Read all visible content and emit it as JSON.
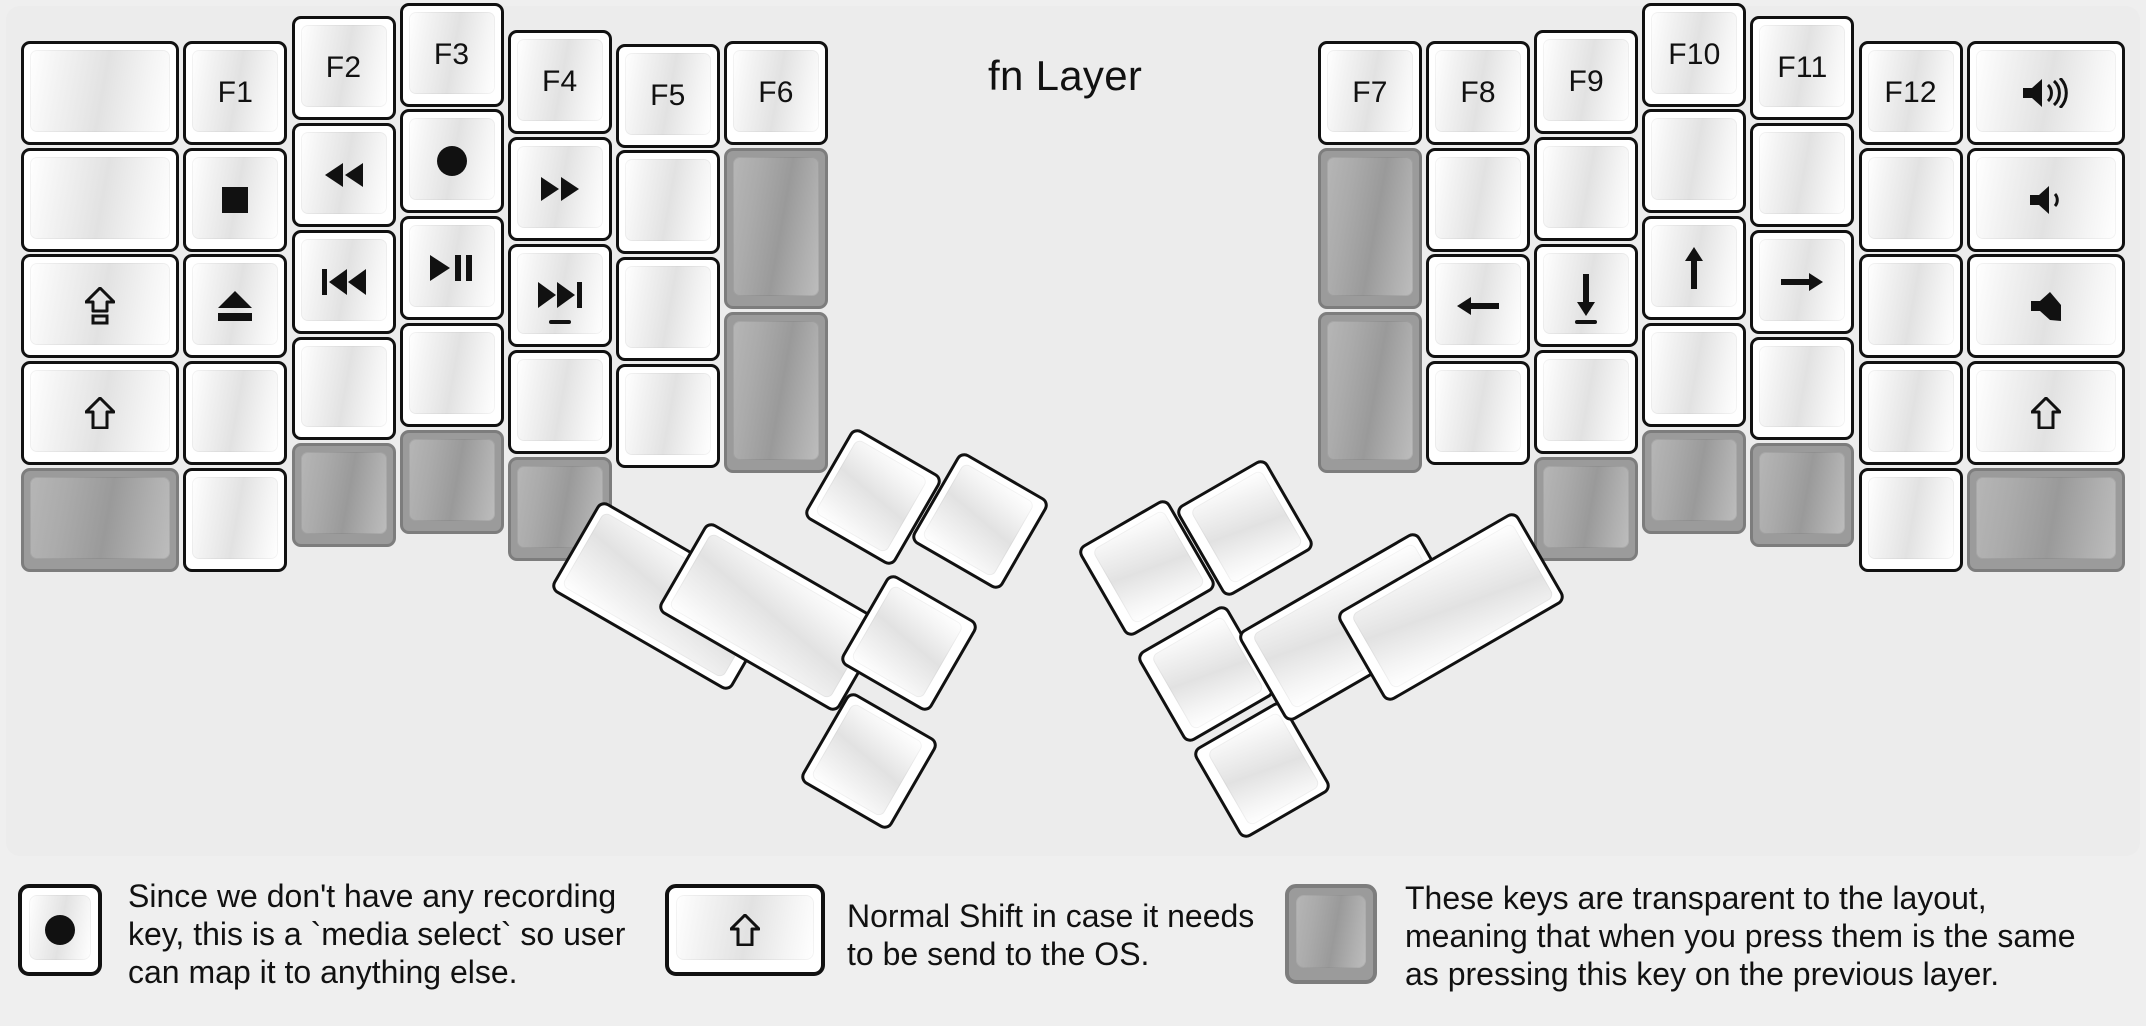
{
  "title": "fn Layer",
  "colors": {
    "background": "#efefef",
    "panel": "#ececec",
    "key_face": "#ffffff",
    "key_outline": "#111111",
    "transparent_key": "#9b9b9b",
    "legend_text": "#111111"
  },
  "legend_items": [
    {
      "icon": "record-circle-icon",
      "key_style": "normal",
      "text": "Since we don't have any recording\nkey, this is a `media select` so user\ncan map it to anything else."
    },
    {
      "icon": "shift-arrow-icon",
      "key_style": "normal",
      "text": "Normal Shift in case it needs\nto be send to the OS."
    },
    {
      "icon": "blank",
      "key_style": "transparent",
      "text": "These keys are transparent to the layout,\nmeaning that when you press them is the same\nas pressing this key on the previous layer."
    }
  ],
  "left_half": {
    "columns": [
      {
        "name": "col-pinky-outer",
        "keys": [
          {
            "label": "",
            "icon": "blank",
            "style": "normal"
          },
          {
            "label": "",
            "icon": "blank",
            "style": "normal"
          },
          {
            "label": "",
            "icon": "caps-lock-icon",
            "style": "normal"
          },
          {
            "label": "",
            "icon": "shift-arrow-icon",
            "style": "normal"
          },
          {
            "label": "",
            "icon": "blank",
            "style": "transparent"
          }
        ]
      },
      {
        "name": "col-pinky",
        "keys": [
          {
            "label": "F1",
            "icon": "text",
            "style": "normal"
          },
          {
            "label": "",
            "icon": "stop-icon",
            "style": "normal"
          },
          {
            "label": "",
            "icon": "eject-icon",
            "style": "normal"
          },
          {
            "label": "",
            "icon": "blank",
            "style": "normal"
          },
          {
            "label": "",
            "icon": "blank",
            "style": "normal"
          }
        ]
      },
      {
        "name": "col-ring",
        "keys": [
          {
            "label": "F2",
            "icon": "text",
            "style": "normal"
          },
          {
            "label": "",
            "icon": "rewind-icon",
            "style": "normal"
          },
          {
            "label": "",
            "icon": "prev-track-icon",
            "style": "normal"
          },
          {
            "label": "",
            "icon": "blank",
            "style": "normal"
          },
          {
            "label": "",
            "icon": "blank",
            "style": "transparent"
          }
        ]
      },
      {
        "name": "col-middle",
        "keys": [
          {
            "label": "F3",
            "icon": "text",
            "style": "normal"
          },
          {
            "label": "",
            "icon": "record-circle-icon",
            "style": "normal"
          },
          {
            "label": "",
            "icon": "play-pause-icon",
            "style": "normal"
          },
          {
            "label": "",
            "icon": "blank",
            "style": "normal"
          },
          {
            "label": "",
            "icon": "blank",
            "style": "transparent"
          }
        ]
      },
      {
        "name": "col-index",
        "keys": [
          {
            "label": "F4",
            "icon": "text",
            "style": "normal"
          },
          {
            "label": "",
            "icon": "fast-forward-icon",
            "style": "normal"
          },
          {
            "label": "",
            "icon": "next-track-icon",
            "style": "normal",
            "homing": true
          },
          {
            "label": "",
            "icon": "blank",
            "style": "normal"
          },
          {
            "label": "",
            "icon": "blank",
            "style": "transparent"
          }
        ]
      },
      {
        "name": "col-index-inner",
        "keys": [
          {
            "label": "F5",
            "icon": "text",
            "style": "normal"
          },
          {
            "label": "",
            "icon": "blank",
            "style": "normal"
          },
          {
            "label": "",
            "icon": "blank",
            "style": "normal"
          },
          {
            "label": "",
            "icon": "blank",
            "style": "normal"
          }
        ]
      },
      {
        "name": "col-inner",
        "keys": [
          {
            "label": "F6",
            "icon": "text",
            "style": "normal"
          },
          {
            "label": "",
            "icon": "blank",
            "style": "transparent",
            "tall": true
          },
          {
            "label": "",
            "icon": "blank",
            "style": "transparent",
            "tall": true
          }
        ]
      }
    ],
    "thumb_cluster": [
      {
        "name": "thumb-big-outer",
        "icon": "blank",
        "style": "normal",
        "size": "2u"
      },
      {
        "name": "thumb-big-inner",
        "icon": "blank",
        "style": "normal",
        "size": "2u"
      },
      {
        "name": "thumb-small-top",
        "icon": "blank",
        "style": "normal",
        "size": "1u"
      },
      {
        "name": "thumb-small-top2",
        "icon": "blank",
        "style": "normal",
        "size": "1u"
      },
      {
        "name": "thumb-small-mid",
        "icon": "blank",
        "style": "normal",
        "size": "1u"
      },
      {
        "name": "thumb-small-bot",
        "icon": "blank",
        "style": "normal",
        "size": "1u"
      }
    ]
  },
  "right_half": {
    "columns": [
      {
        "name": "col-inner",
        "keys": [
          {
            "label": "F7",
            "icon": "text",
            "style": "normal"
          },
          {
            "label": "",
            "icon": "blank",
            "style": "transparent",
            "tall": true
          },
          {
            "label": "",
            "icon": "blank",
            "style": "transparent",
            "tall": true
          }
        ]
      },
      {
        "name": "col-index-inner",
        "keys": [
          {
            "label": "F8",
            "icon": "text",
            "style": "normal"
          },
          {
            "label": "",
            "icon": "blank",
            "style": "normal"
          },
          {
            "label": "",
            "icon": "arrow-left-icon",
            "style": "normal"
          },
          {
            "label": "",
            "icon": "blank",
            "style": "normal"
          }
        ]
      },
      {
        "name": "col-index",
        "keys": [
          {
            "label": "F9",
            "icon": "text",
            "style": "normal"
          },
          {
            "label": "",
            "icon": "blank",
            "style": "normal"
          },
          {
            "label": "",
            "icon": "arrow-down-icon",
            "style": "normal",
            "homing": true
          },
          {
            "label": "",
            "icon": "blank",
            "style": "normal"
          },
          {
            "label": "",
            "icon": "blank",
            "style": "transparent"
          }
        ]
      },
      {
        "name": "col-middle",
        "keys": [
          {
            "label": "F10",
            "icon": "text",
            "style": "normal"
          },
          {
            "label": "",
            "icon": "blank",
            "style": "normal"
          },
          {
            "label": "",
            "icon": "arrow-up-icon",
            "style": "normal"
          },
          {
            "label": "",
            "icon": "blank",
            "style": "normal"
          },
          {
            "label": "",
            "icon": "blank",
            "style": "transparent"
          }
        ]
      },
      {
        "name": "col-ring",
        "keys": [
          {
            "label": "F11",
            "icon": "text",
            "style": "normal"
          },
          {
            "label": "",
            "icon": "blank",
            "style": "normal"
          },
          {
            "label": "",
            "icon": "arrow-right-icon",
            "style": "normal"
          },
          {
            "label": "",
            "icon": "blank",
            "style": "normal"
          },
          {
            "label": "",
            "icon": "blank",
            "style": "transparent"
          }
        ]
      },
      {
        "name": "col-pinky",
        "keys": [
          {
            "label": "F12",
            "icon": "text",
            "style": "normal"
          },
          {
            "label": "",
            "icon": "blank",
            "style": "normal"
          },
          {
            "label": "",
            "icon": "blank",
            "style": "normal"
          },
          {
            "label": "",
            "icon": "blank",
            "style": "normal"
          },
          {
            "label": "",
            "icon": "blank",
            "style": "normal"
          }
        ]
      },
      {
        "name": "col-pinky-outer",
        "keys": [
          {
            "label": "",
            "icon": "volume-up-icon",
            "style": "normal"
          },
          {
            "label": "",
            "icon": "volume-down-icon",
            "style": "normal"
          },
          {
            "label": "",
            "icon": "volume-mute-icon",
            "style": "normal"
          },
          {
            "label": "",
            "icon": "shift-arrow-icon",
            "style": "normal"
          },
          {
            "label": "",
            "icon": "blank",
            "style": "transparent"
          }
        ]
      }
    ],
    "thumb_cluster": [
      {
        "name": "thumb-small-top",
        "icon": "blank",
        "style": "normal",
        "size": "1u"
      },
      {
        "name": "thumb-small-top2",
        "icon": "blank",
        "style": "normal",
        "size": "1u"
      },
      {
        "name": "thumb-small-mid",
        "icon": "blank",
        "style": "normal",
        "size": "1u"
      },
      {
        "name": "thumb-small-bot",
        "icon": "blank",
        "style": "normal",
        "size": "1u"
      },
      {
        "name": "thumb-big-inner",
        "icon": "blank",
        "style": "normal",
        "size": "2u"
      },
      {
        "name": "thumb-big-outer",
        "icon": "blank",
        "style": "normal",
        "size": "2u"
      }
    ]
  }
}
